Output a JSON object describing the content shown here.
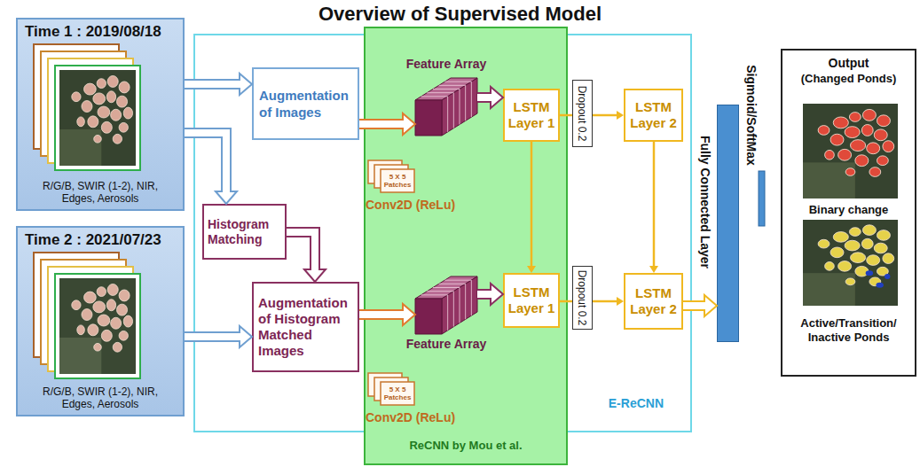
{
  "diagram": {
    "title": "Overview of Supervised Model",
    "nodes": [
      {
        "text": [
          "Time 1 : 2019/08/18",
          "R/G/B, SWIR (1-2), NIR, Edges, Aerosols"
        ]
      },
      {
        "text": [
          "Time 2 : 2021/07/23",
          "R/G/B, SWIR (1-2), NIR, Edges, Aerosols"
        ]
      },
      {
        "text": [
          "E-ReCNN"
        ]
      },
      {
        "text": [
          "Augmentation of Images"
        ],
        "in": 2
      },
      {
        "text": [
          "Histogram Matching"
        ],
        "in": 2
      },
      {
        "text": [
          "Augmentation of Histogram Matched Images"
        ],
        "in": 2
      },
      {
        "text": [
          "ReCNN by Mou et al."
        ]
      },
      {
        "text": [
          "Feature Array"
        ],
        "in": 6
      },
      {
        "text": [
          "5 X 5 Patches",
          "Conv2D (ReLu)"
        ],
        "in": 6
      },
      {
        "text": [
          "LSTM Layer 1"
        ],
        "in": 6
      },
      {
        "text": [
          "Feature Array"
        ],
        "in": 6
      },
      {
        "text": [
          "5 X 5 Patches",
          "Conv2D (ReLu)"
        ],
        "in": 6
      },
      {
        "text": [
          "LSTM Layer 1"
        ],
        "in": 6
      },
      {
        "text": [
          "Dropout 0.2"
        ],
        "in": 2
      },
      {
        "text": [
          "Dropout 0.2"
        ],
        "in": 2
      },
      {
        "text": [
          "LSTM Layer 2"
        ],
        "in": 2
      },
      {
        "text": [
          "LSTM Layer 2"
        ],
        "in": 2
      },
      {
        "text": [
          "Sigmoid/SoftMax"
        ]
      },
      {
        "text": [
          "Output",
          "(Changed Ponds)",
          "Binary change",
          "Active/Transition/ Inactive Ponds"
        ]
      }
    ],
    "edges": [
      {
        "from": 0,
        "to": 3,
        "arrow": "to"
      },
      {
        "from": 0,
        "to": 4,
        "arrow": "to"
      },
      {
        "from": 1,
        "to": 5,
        "arrow": "to"
      },
      {
        "from": 4,
        "to": 5,
        "arrow": "to"
      },
      {
        "from": 3,
        "to": 7,
        "arrow": "to"
      },
      {
        "from": 7,
        "to": 9,
        "arrow": "to"
      },
      {
        "from": 5,
        "to": 10,
        "arrow": "to"
      },
      {
        "from": 10,
        "to": 12,
        "arrow": "to"
      },
      {
        "from": 9,
        "to": 12,
        "arrow": "to"
      },
      {
        "from": 9,
        "to": 13,
        "arrow": "none"
      },
      {
        "from": 13,
        "to": 15,
        "arrow": "to"
      },
      {
        "from": 12,
        "to": 14,
        "arrow": "none"
      },
      {
        "from": 14,
        "to": 16,
        "arrow": "to"
      },
      {
        "from": 15,
        "to": 16,
        "arrow": "to"
      },
      {
        "from": 16,
        "to": 17,
        "arrow": "to"
      }
    ],
    "labels": [
      "Fully Connected Layer"
    ]
  }
}
